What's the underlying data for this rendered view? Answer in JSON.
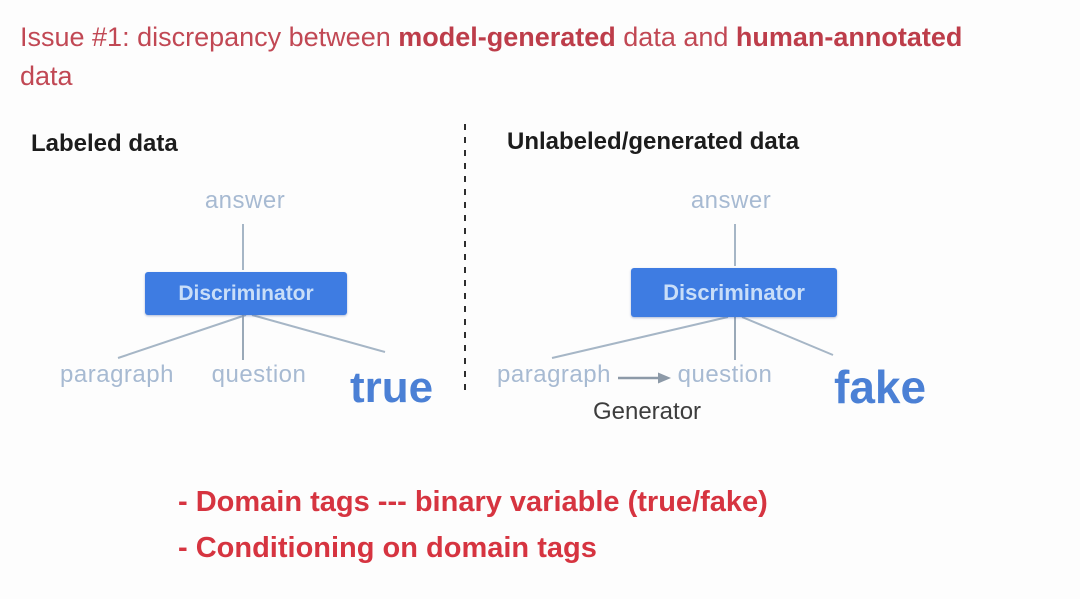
{
  "title": {
    "line1_part1": "Issue #1: discrepancy between ",
    "line1_part2": "model-generated",
    "line1_part3": " data and ",
    "line1_part4": "human-annotated",
    "line2": "data"
  },
  "panels": {
    "left": {
      "heading": "Labeled data",
      "answer_label": "answer",
      "box_label": "Discriminator",
      "paragraph_label": "paragraph",
      "question_label": "question",
      "verdict": "true"
    },
    "right": {
      "heading": "Unlabeled/generated data",
      "answer_label": "answer",
      "box_label": "Discriminator",
      "paragraph_label": "paragraph",
      "question_label": "question",
      "verdict": "fake",
      "generator_label": "Generator"
    }
  },
  "bullets": [
    "- Domain tags --- binary variable (true/fake)",
    "- Conditioning on domain tags"
  ],
  "colors": {
    "title_red": "#c14854",
    "bullet_red": "#d63440",
    "box_blue": "#3e7ce2",
    "box_text_blue": "#c9def8",
    "verdict_blue": "#4b80d5",
    "faint_label_blue": "#a7bad2",
    "connector_gray": "#a6b6c6",
    "divider_black": "#2e2e2e",
    "heading_black": "#1c1c1c"
  }
}
